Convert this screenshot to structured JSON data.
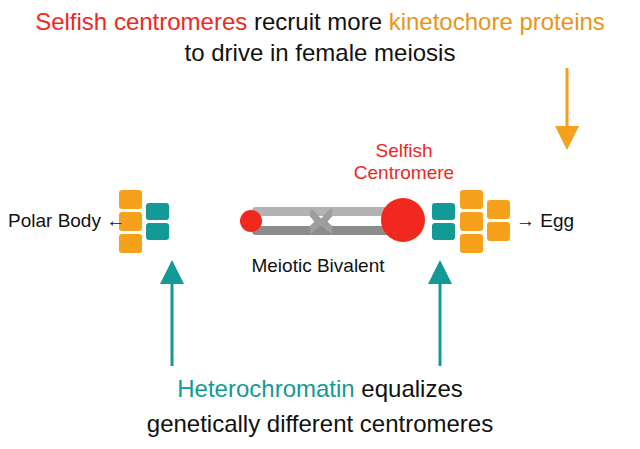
{
  "diagram": {
    "title": "Selfish centromeres recruit more kinetochore proteins to drive in female meiosis",
    "caption": "Heterochromatin equalizes genetically different centromeres",
    "labels": [
      "Polar Body ←",
      "Selfish Centromere",
      "→ Egg",
      "Meiotic Bivalent"
    ]
  }
}
